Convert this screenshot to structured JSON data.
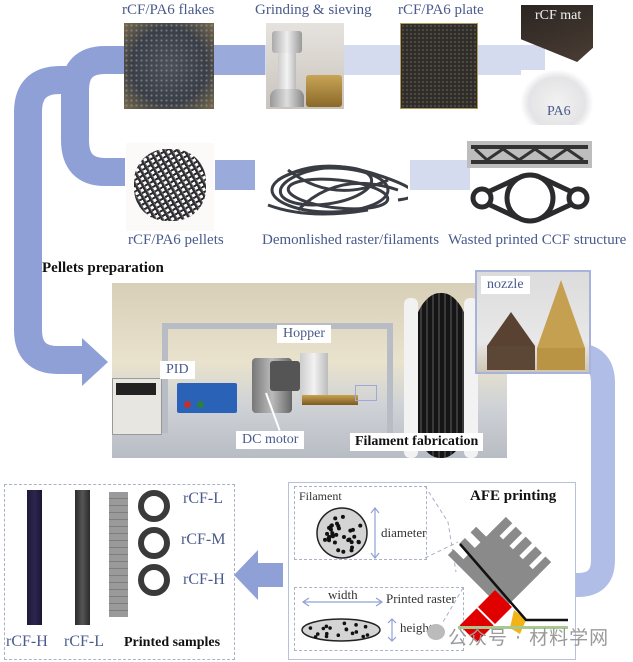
{
  "top_row": {
    "flakes": "rCF/PA6 flakes",
    "grinding": "Grinding & sieving",
    "plate": "rCF/PA6 plate",
    "mat": "rCF mat",
    "pa6": "PA6"
  },
  "middle_row": {
    "pellets": "rCF/PA6 pellets",
    "demolished": "Demonlished raster/filaments",
    "wasted": "Wasted printed CCF structure"
  },
  "section_titles": {
    "pellets_prep": "Pellets preparation",
    "filament_fab": "Filament fabrication",
    "afe_printing": "AFE printing",
    "printed_samples": "Printed samples"
  },
  "fabrication": {
    "pid": "PID",
    "hopper": "Hopper",
    "dc_motor": "DC motor",
    "nozzle": "nozzle"
  },
  "afe": {
    "filament": "Filament",
    "diameter": "diameter",
    "printed_raster": "Printed raster",
    "width": "width",
    "height": "height"
  },
  "samples": {
    "rings": [
      "rCF-L",
      "rCF-M",
      "rCF-H"
    ],
    "bars": [
      "rCF-H",
      "rCF-L"
    ]
  },
  "watermark": "公众号 · 材料学网",
  "colors": {
    "arrow": "#8fa0d6",
    "arrow_light": "#d4dbef",
    "label": "#4a5a8c",
    "nozzle_red": "#e00000",
    "nozzle_yellow": "#f2b316",
    "bed_green": "#a8c890"
  }
}
